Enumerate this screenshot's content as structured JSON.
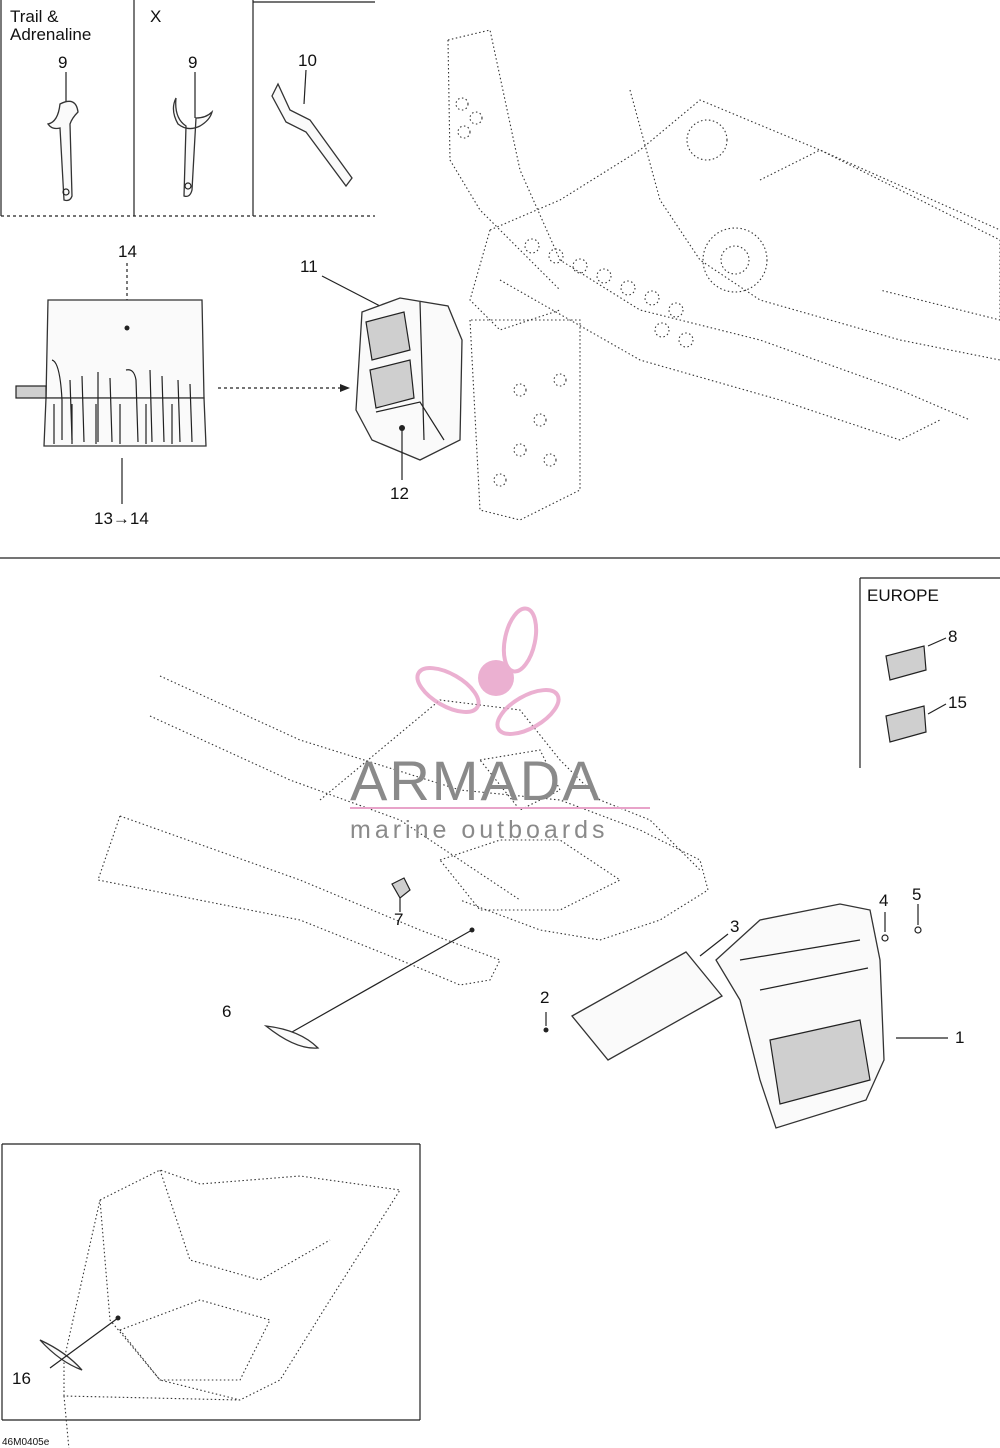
{
  "variants": {
    "trail": "Trail &",
    "adrenaline": "Adrenaline",
    "x": "X",
    "europe": "EUROPE"
  },
  "callouts": {
    "c1": "1",
    "c2": "2",
    "c3": "3",
    "c4": "4",
    "c5": "5",
    "c6": "6",
    "c7": "7",
    "c8": "8",
    "c9a": "9",
    "c9b": "9",
    "c10": "10",
    "c11": "11",
    "c12": "12",
    "c14": "14",
    "c13to14": "13→14",
    "c15": "15",
    "c16": "16"
  },
  "watermark": {
    "brand": "ARMADA",
    "tagline": "marine outboards",
    "brand_color": "#e8a3c9"
  },
  "figure_code": "46M0405e"
}
